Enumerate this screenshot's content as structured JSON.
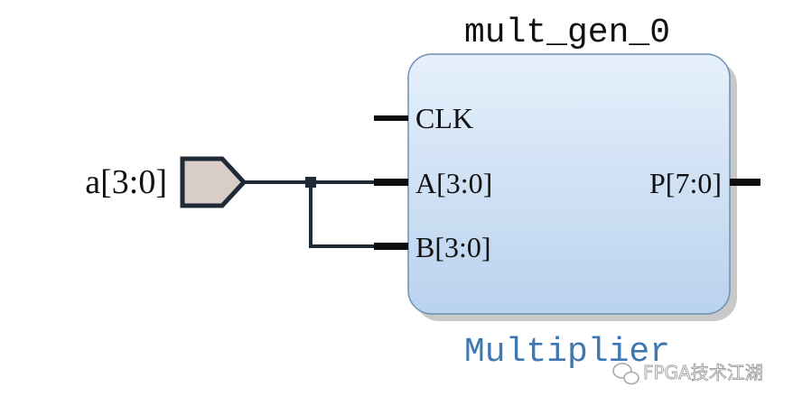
{
  "block": {
    "instance_name": "mult_gen_0",
    "type_label": "Multiplier",
    "ports_in": [
      "CLK",
      "A[3:0]",
      "B[3:0]"
    ],
    "ports_out": [
      "P[7:0]"
    ]
  },
  "input_port": {
    "label": "a[3:0]"
  },
  "watermark": {
    "text": "FPGA技术江湖"
  },
  "colors": {
    "block_fill_top": "#e6f0fb",
    "block_fill_bottom": "#b9d2ee",
    "block_stroke": "#6f8fb2",
    "wire": "#1f2a36",
    "port_fill": "#d8cdc7",
    "type_label": "#3f78b0"
  }
}
